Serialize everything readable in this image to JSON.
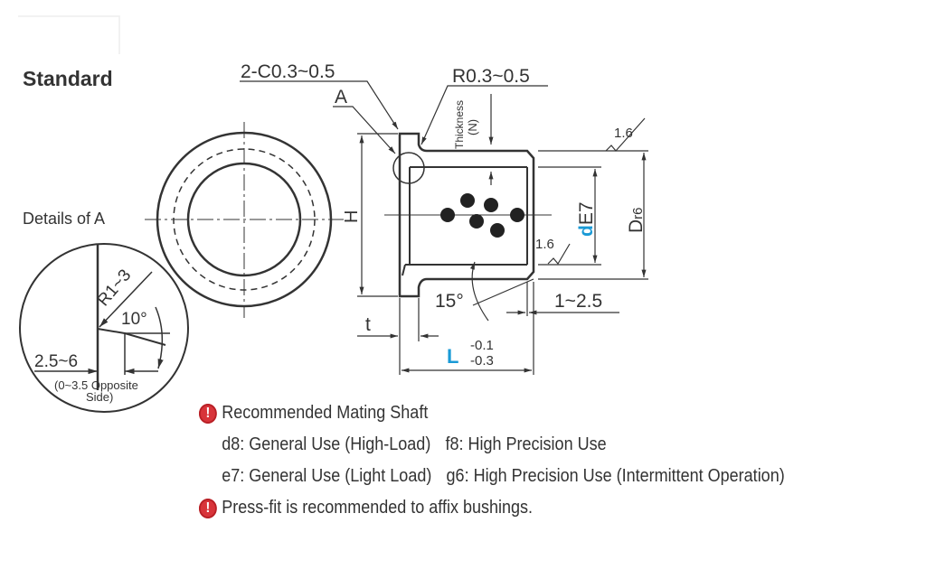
{
  "title": "Standard",
  "details_label": "Details of A",
  "drawing": {
    "chamfer": "2-C0.3~0.5",
    "radius": "R0.3~0.5",
    "detail_ref": "A",
    "thickness": "Thickness",
    "thickness_sym": "(N)",
    "roughness_outer": "1.6",
    "roughness_inner": "1.6",
    "height": "H",
    "bore_d": "d",
    "bore_tol": "E7",
    "outer_d": "D",
    "outer_tol": "r6",
    "angle": "15°",
    "chamfer_len": "1~2.5",
    "flange_t": "t",
    "length": "L",
    "length_tol_upper": "-0.1",
    "length_tol_lower": "-0.3"
  },
  "detail": {
    "radius": "R1~3",
    "angle": "10°",
    "width": "2.5~6",
    "note_line1": "(0~3.5 Opposite",
    "note_line2": "Side)"
  },
  "notes": {
    "heading": "Recommended Mating Shaft",
    "rows": [
      [
        "d8: General Use (High-Load)",
        "f8: High Precision Use"
      ],
      [
        "e7: General Use (Light Load)",
        "g6: High Precision Use (Intermittent Operation)"
      ]
    ],
    "press_fit": "Press-fit is recommended to affix bushings."
  },
  "colors": {
    "accent_blue": "#1a9ad6",
    "alert_red": "#d8343a"
  }
}
